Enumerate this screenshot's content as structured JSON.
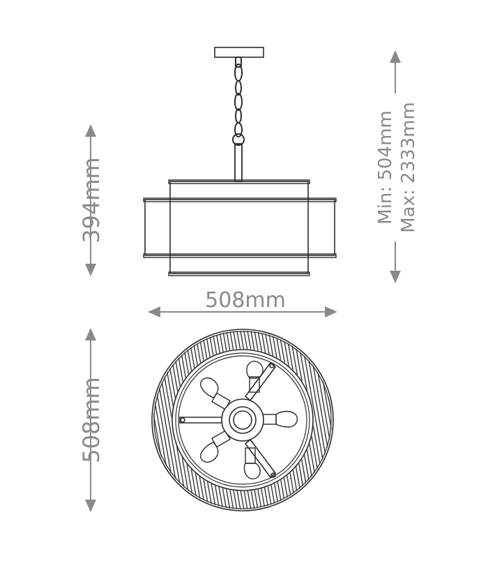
{
  "dimensions": {
    "shade_height": "394mm",
    "shade_width": "508mm",
    "top_view_diameter": "508mm",
    "overall_min": "Min: 504mm",
    "overall_max": "Max: 2333mm"
  },
  "colors": {
    "dimension": "#8a8a8a",
    "ink": "#2b2b2b"
  }
}
